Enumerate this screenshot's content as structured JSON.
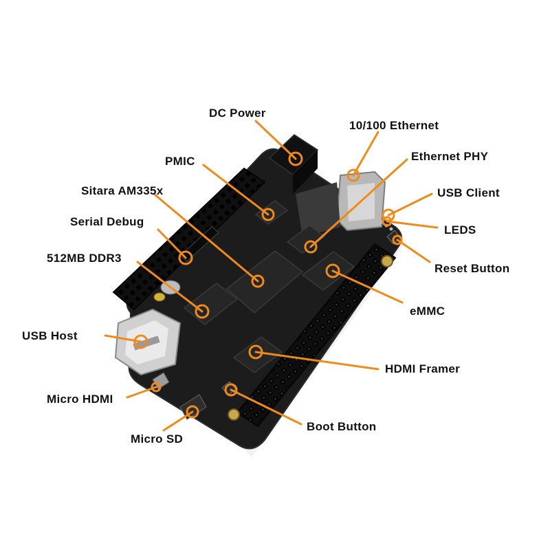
{
  "colors": {
    "leader": "#f08a1a",
    "board": "#1c1c1c",
    "header": "#0e0e0e",
    "chip": "#262626",
    "metal": "#b8b8b8"
  },
  "labels": [
    {
      "id": "dc-power",
      "text": "DC Power"
    },
    {
      "id": "ethernet-10-100",
      "text": "10/100 Ethernet"
    },
    {
      "id": "pmic",
      "text": "PMIC"
    },
    {
      "id": "ethernet-phy",
      "text": "Ethernet PHY"
    },
    {
      "id": "sitara",
      "text": "Sitara AM335x"
    },
    {
      "id": "usb-client",
      "text": "USB Client"
    },
    {
      "id": "serial-debug",
      "text": "Serial Debug"
    },
    {
      "id": "leds",
      "text": "LEDS"
    },
    {
      "id": "ddr3",
      "text": "512MB DDR3"
    },
    {
      "id": "reset-button",
      "text": "Reset Button"
    },
    {
      "id": "emmc",
      "text": "eMMC"
    },
    {
      "id": "usb-host",
      "text": "USB Host"
    },
    {
      "id": "hdmi-framer",
      "text": "HDMI Framer"
    },
    {
      "id": "micro-hdmi",
      "text": "Micro HDMI"
    },
    {
      "id": "boot-button",
      "text": "Boot Button"
    },
    {
      "id": "micro-sd",
      "text": "Micro SD"
    }
  ]
}
